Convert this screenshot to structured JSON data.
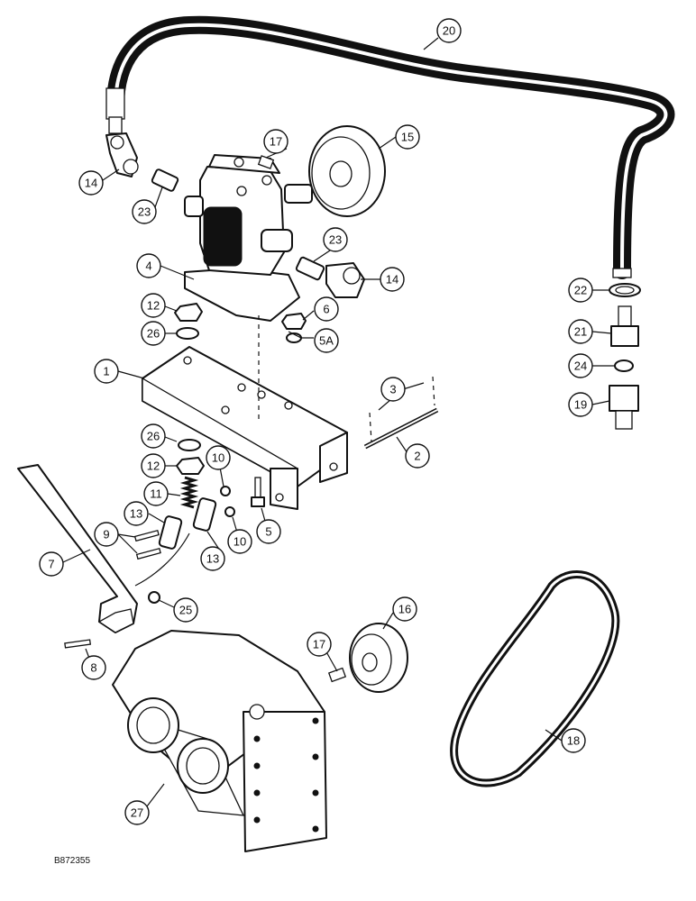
{
  "drawing_code": "B872355",
  "callouts": [
    {
      "id": "callout-1",
      "label": "1"
    },
    {
      "id": "callout-2",
      "label": "2"
    },
    {
      "id": "callout-3",
      "label": "3"
    },
    {
      "id": "callout-4",
      "label": "4"
    },
    {
      "id": "callout-5",
      "label": "5"
    },
    {
      "id": "callout-5a",
      "label": "5A"
    },
    {
      "id": "callout-6",
      "label": "6"
    },
    {
      "id": "callout-7",
      "label": "7"
    },
    {
      "id": "callout-8",
      "label": "8"
    },
    {
      "id": "callout-9",
      "label": "9"
    },
    {
      "id": "callout-10a",
      "label": "10"
    },
    {
      "id": "callout-10b",
      "label": "10"
    },
    {
      "id": "callout-11",
      "label": "11"
    },
    {
      "id": "callout-12a",
      "label": "12"
    },
    {
      "id": "callout-12b",
      "label": "12"
    },
    {
      "id": "callout-13a",
      "label": "13"
    },
    {
      "id": "callout-13b",
      "label": "13"
    },
    {
      "id": "callout-14a",
      "label": "14"
    },
    {
      "id": "callout-14b",
      "label": "14"
    },
    {
      "id": "callout-15",
      "label": "15"
    },
    {
      "id": "callout-16",
      "label": "16"
    },
    {
      "id": "callout-17a",
      "label": "17"
    },
    {
      "id": "callout-17b",
      "label": "17"
    },
    {
      "id": "callout-18",
      "label": "18"
    },
    {
      "id": "callout-19",
      "label": "19"
    },
    {
      "id": "callout-20",
      "label": "20"
    },
    {
      "id": "callout-21",
      "label": "21"
    },
    {
      "id": "callout-22",
      "label": "22"
    },
    {
      "id": "callout-23a",
      "label": "23"
    },
    {
      "id": "callout-23b",
      "label": "23"
    },
    {
      "id": "callout-24",
      "label": "24"
    },
    {
      "id": "callout-25",
      "label": "25"
    },
    {
      "id": "callout-26a",
      "label": "26"
    },
    {
      "id": "callout-26b",
      "label": "26"
    },
    {
      "id": "callout-27",
      "label": "27"
    }
  ]
}
